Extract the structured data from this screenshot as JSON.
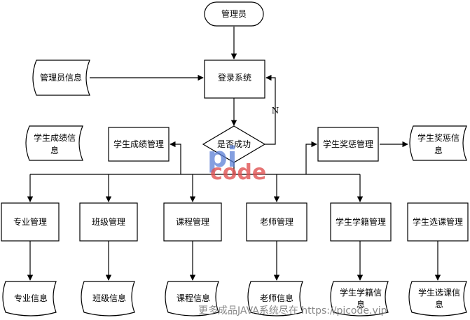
{
  "nodes": {
    "admin": "管理员",
    "admin_info": "管理员信息",
    "login": "登录系统",
    "decision": "是否成功",
    "no_label": "N",
    "score_info_1": "学生成绩信",
    "score_info_2": "息",
    "score_mgmt": "学生成绩管理",
    "reward_mgmt": "学生奖惩管理",
    "reward_info_1": "学生奖惩信",
    "reward_info_2": "息",
    "major_mgmt": "专业管理",
    "class_mgmt": "班级管理",
    "course_mgmt": "课程管理",
    "teacher_mgmt": "老师管理",
    "roll_mgmt": "学生学籍管理",
    "select_mgmt": "学生选课管理",
    "major_info": "专业信息",
    "class_info": "班级信息",
    "course_info": "课程信息",
    "teacher_info": "老师信息",
    "roll_info_1": "学生学籍信",
    "roll_info_2": "息",
    "select_info_1": "学生选课信",
    "select_info_2": "息"
  },
  "watermark": {
    "logo_pi": "pi",
    "logo_code": "code",
    "footer": "更多成品JAVA系统尽在 https://picode.vip"
  }
}
